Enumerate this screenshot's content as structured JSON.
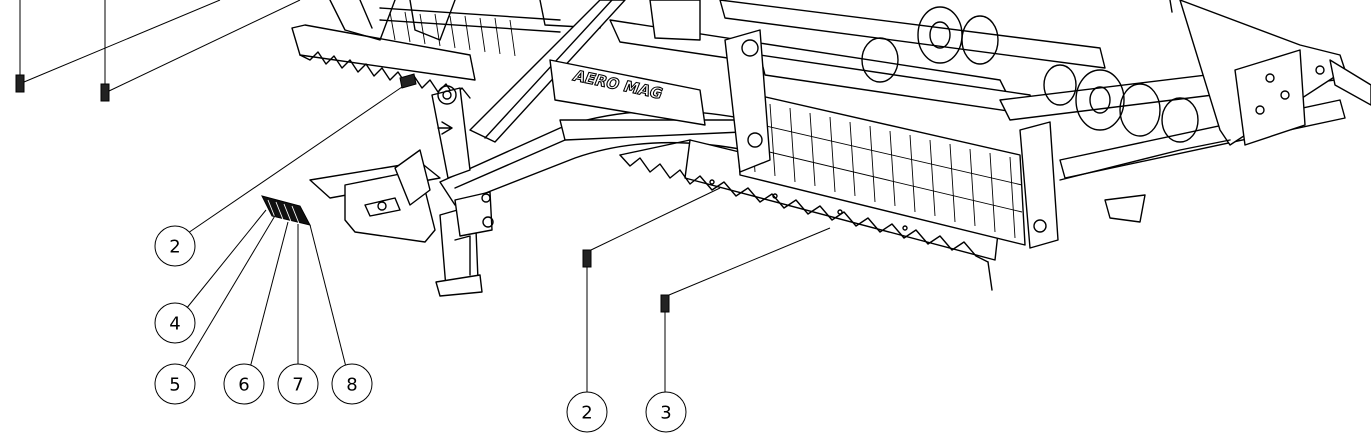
{
  "decal_text": "AERO MAG",
  "callouts": [
    {
      "id": "c-2-left",
      "label": "2"
    },
    {
      "id": "c-4",
      "label": "4"
    },
    {
      "id": "c-5",
      "label": "5"
    },
    {
      "id": "c-6",
      "label": "6"
    },
    {
      "id": "c-7",
      "label": "7"
    },
    {
      "id": "c-8",
      "label": "8"
    },
    {
      "id": "c-2-mid",
      "label": "2"
    },
    {
      "id": "c-3",
      "label": "3"
    }
  ]
}
